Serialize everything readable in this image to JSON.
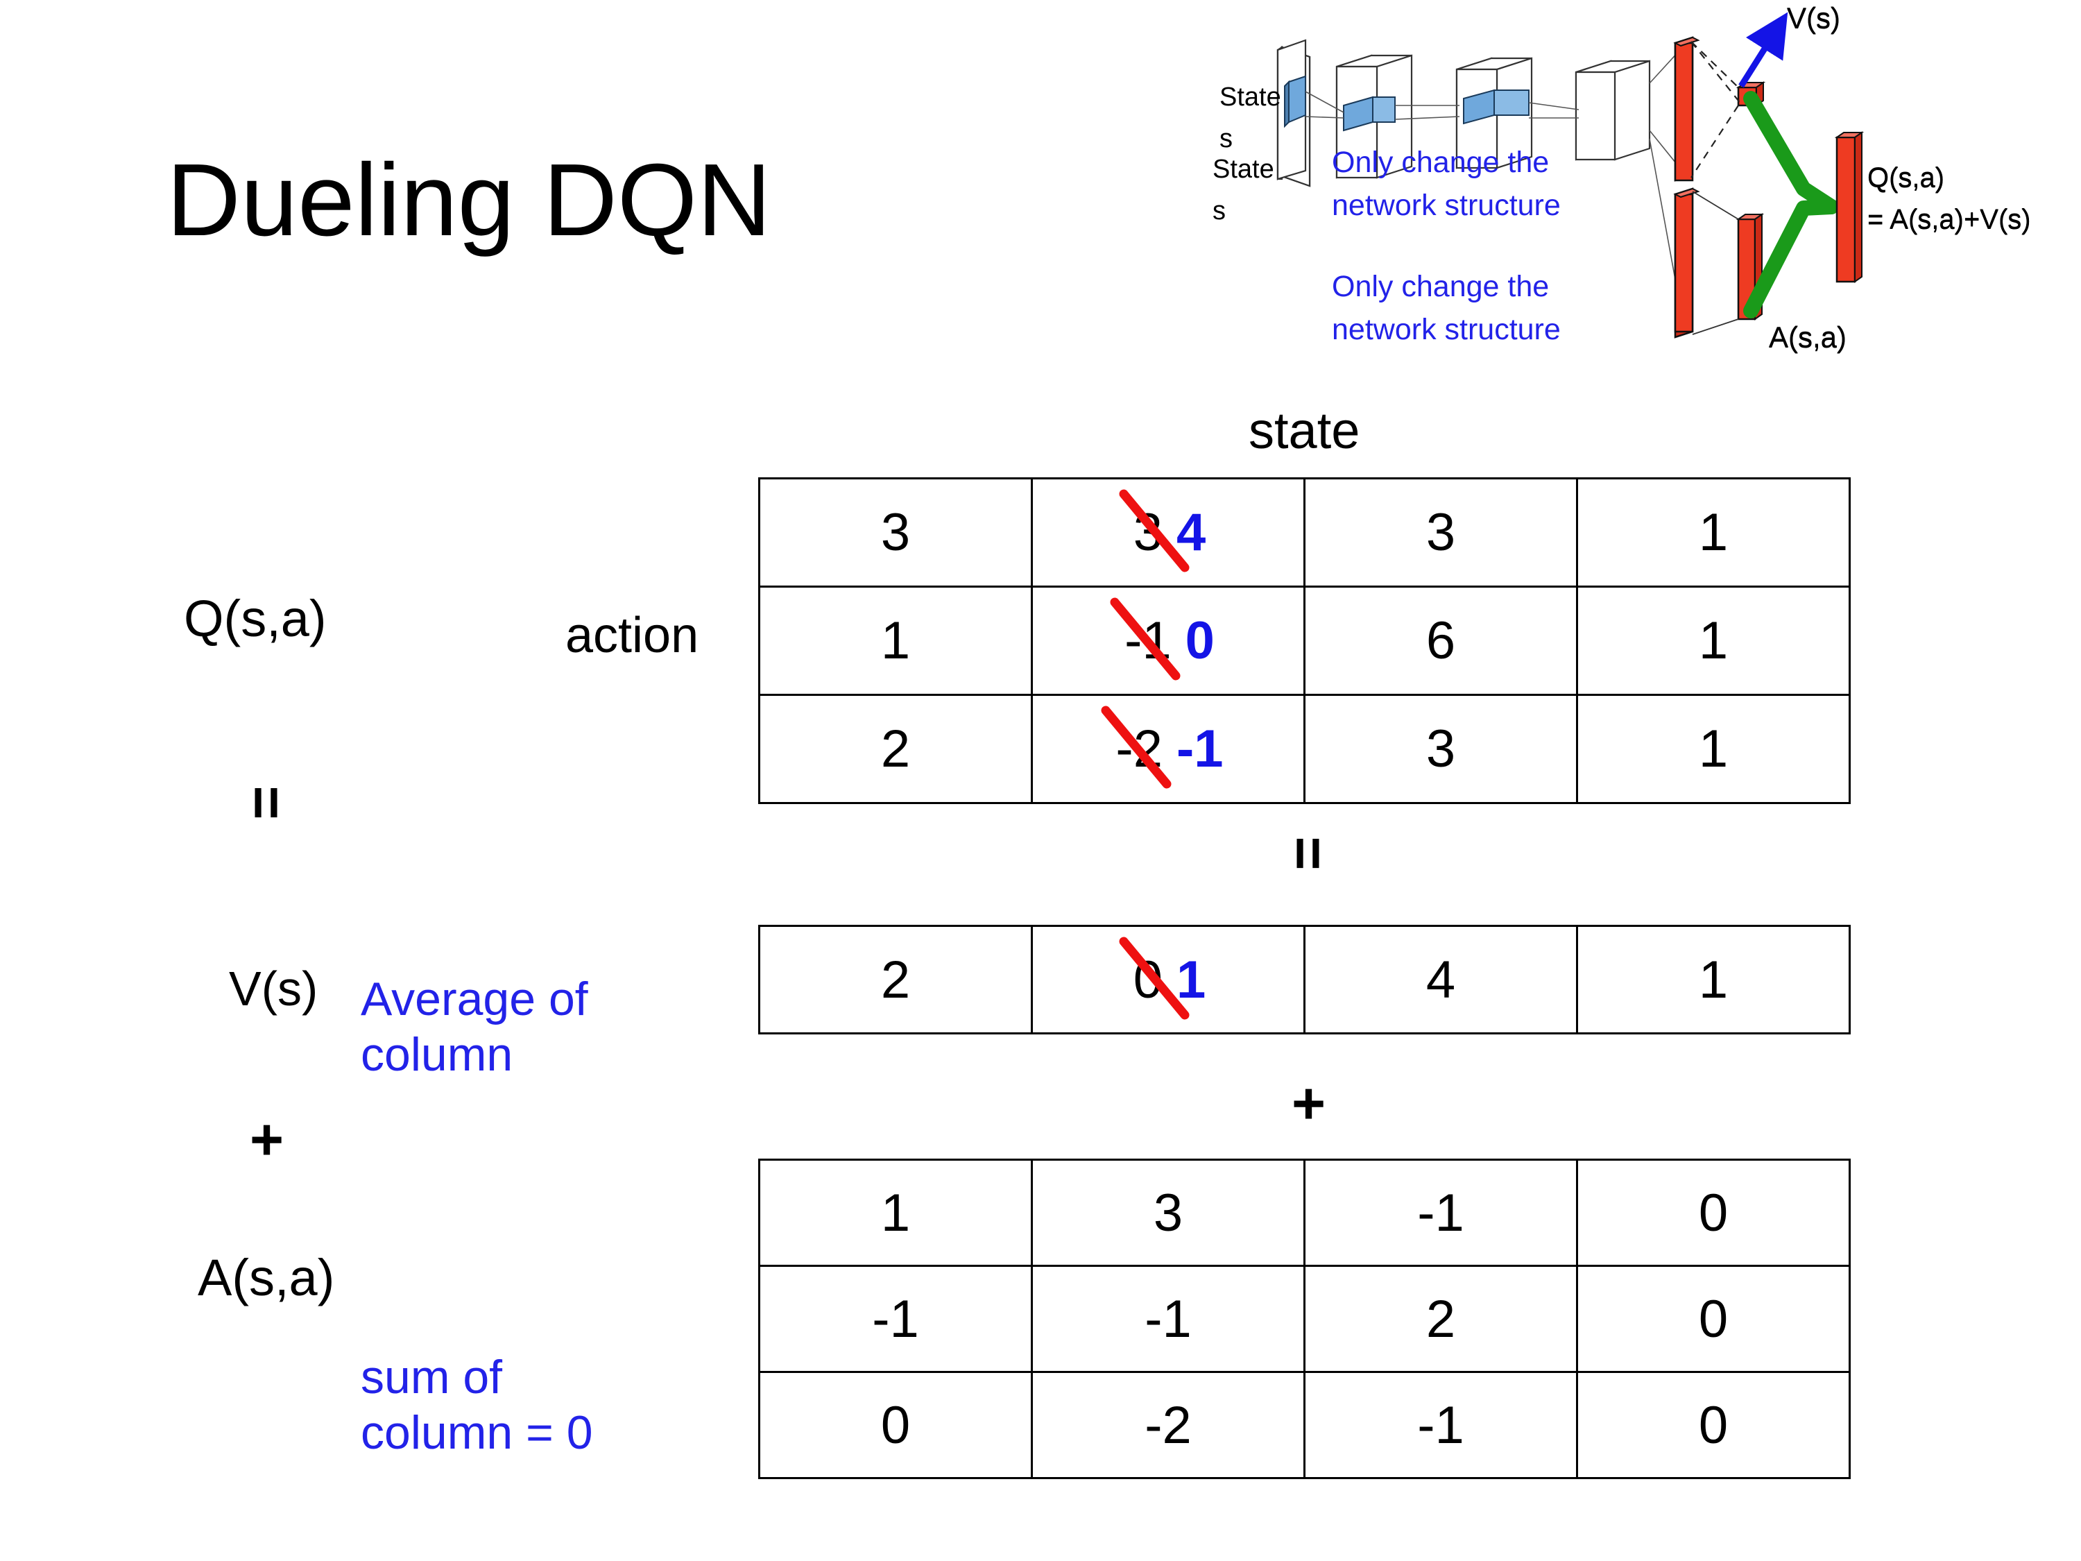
{
  "slide": {
    "title": "Dueling DQN"
  },
  "diagram": {
    "state_label_line1": "State",
    "state_label_line2": "s",
    "note_line1": "Only change the",
    "note_line2": "network structure",
    "v_label": "V(s)",
    "a_label": "A(s,a)",
    "q_label_line1": "Q(s,a)",
    "q_label_line2": "= A(s,a)+V(s)",
    "colors": {
      "blue": "#2222e8",
      "red": "#e03020",
      "green": "#1a9a1a",
      "block_blue": "#6fa8dc"
    }
  },
  "labels": {
    "q_label": "Q(s,a)",
    "action_label": "action",
    "state_header": "state",
    "v_label": "V(s)",
    "a_label": "A(s,a)",
    "equals_left": "=",
    "plus_left": "+",
    "equals_mid": "=",
    "plus_mid": "+",
    "note_average": [
      "Average of",
      "column"
    ],
    "note_sumcol": [
      "sum of",
      "column = 0"
    ]
  },
  "colors": {
    "blue_accent": "#1414e6",
    "red_strike": "#ee1111",
    "note_blue": "#2222e8",
    "text_black": "#000000"
  },
  "chart_data": {
    "type": "table",
    "title": "Dueling DQN: Q(s,a) = V(s) + A(s,a)",
    "xlabel": "state",
    "ylabel": "action",
    "tables": [
      {
        "name": "Q(s,a)",
        "rows": [
          [
            "3",
            "3",
            "3",
            "1"
          ],
          [
            "1",
            "-1",
            "6",
            "1"
          ],
          [
            "2",
            "-2",
            "3",
            "1"
          ]
        ],
        "edits": [
          {
            "row": 0,
            "col": 1,
            "old": "3",
            "new": "4"
          },
          {
            "row": 1,
            "col": 1,
            "old": "-1",
            "new": "0"
          },
          {
            "row": 2,
            "col": 1,
            "old": "-2",
            "new": "-1"
          }
        ]
      },
      {
        "name": "V(s)",
        "rows": [
          [
            "2",
            "0",
            "4",
            "1"
          ]
        ],
        "edits": [
          {
            "row": 0,
            "col": 1,
            "old": "0",
            "new": "1"
          }
        ]
      },
      {
        "name": "A(s,a)",
        "rows": [
          [
            "1",
            "3",
            "-1",
            "0"
          ],
          [
            "-1",
            "-1",
            "2",
            "0"
          ],
          [
            "0",
            "-2",
            "-1",
            "0"
          ]
        ],
        "edits": []
      }
    ]
  },
  "q_table": {
    "r0": {
      "c0": "3",
      "c1_old": "3",
      "c1_new": "4",
      "c2": "3",
      "c3": "1"
    },
    "r1": {
      "c0": "1",
      "c1_old": "-1",
      "c1_new": "0",
      "c2": "6",
      "c3": "1"
    },
    "r2": {
      "c0": "2",
      "c1_old": "-2",
      "c1_new": "-1",
      "c2": "3",
      "c3": "1"
    }
  },
  "v_table": {
    "r0": {
      "c0": "2",
      "c1_old": "0",
      "c1_new": "1",
      "c2": "4",
      "c3": "1"
    }
  },
  "a_table": {
    "r0": {
      "c0": "1",
      "c1": "3",
      "c2": "-1",
      "c3": "0"
    },
    "r1": {
      "c0": "-1",
      "c1": "-1",
      "c2": "2",
      "c3": "0"
    },
    "r2": {
      "c0": "0",
      "c1": "-2",
      "c2": "-1",
      "c3": "0"
    }
  }
}
